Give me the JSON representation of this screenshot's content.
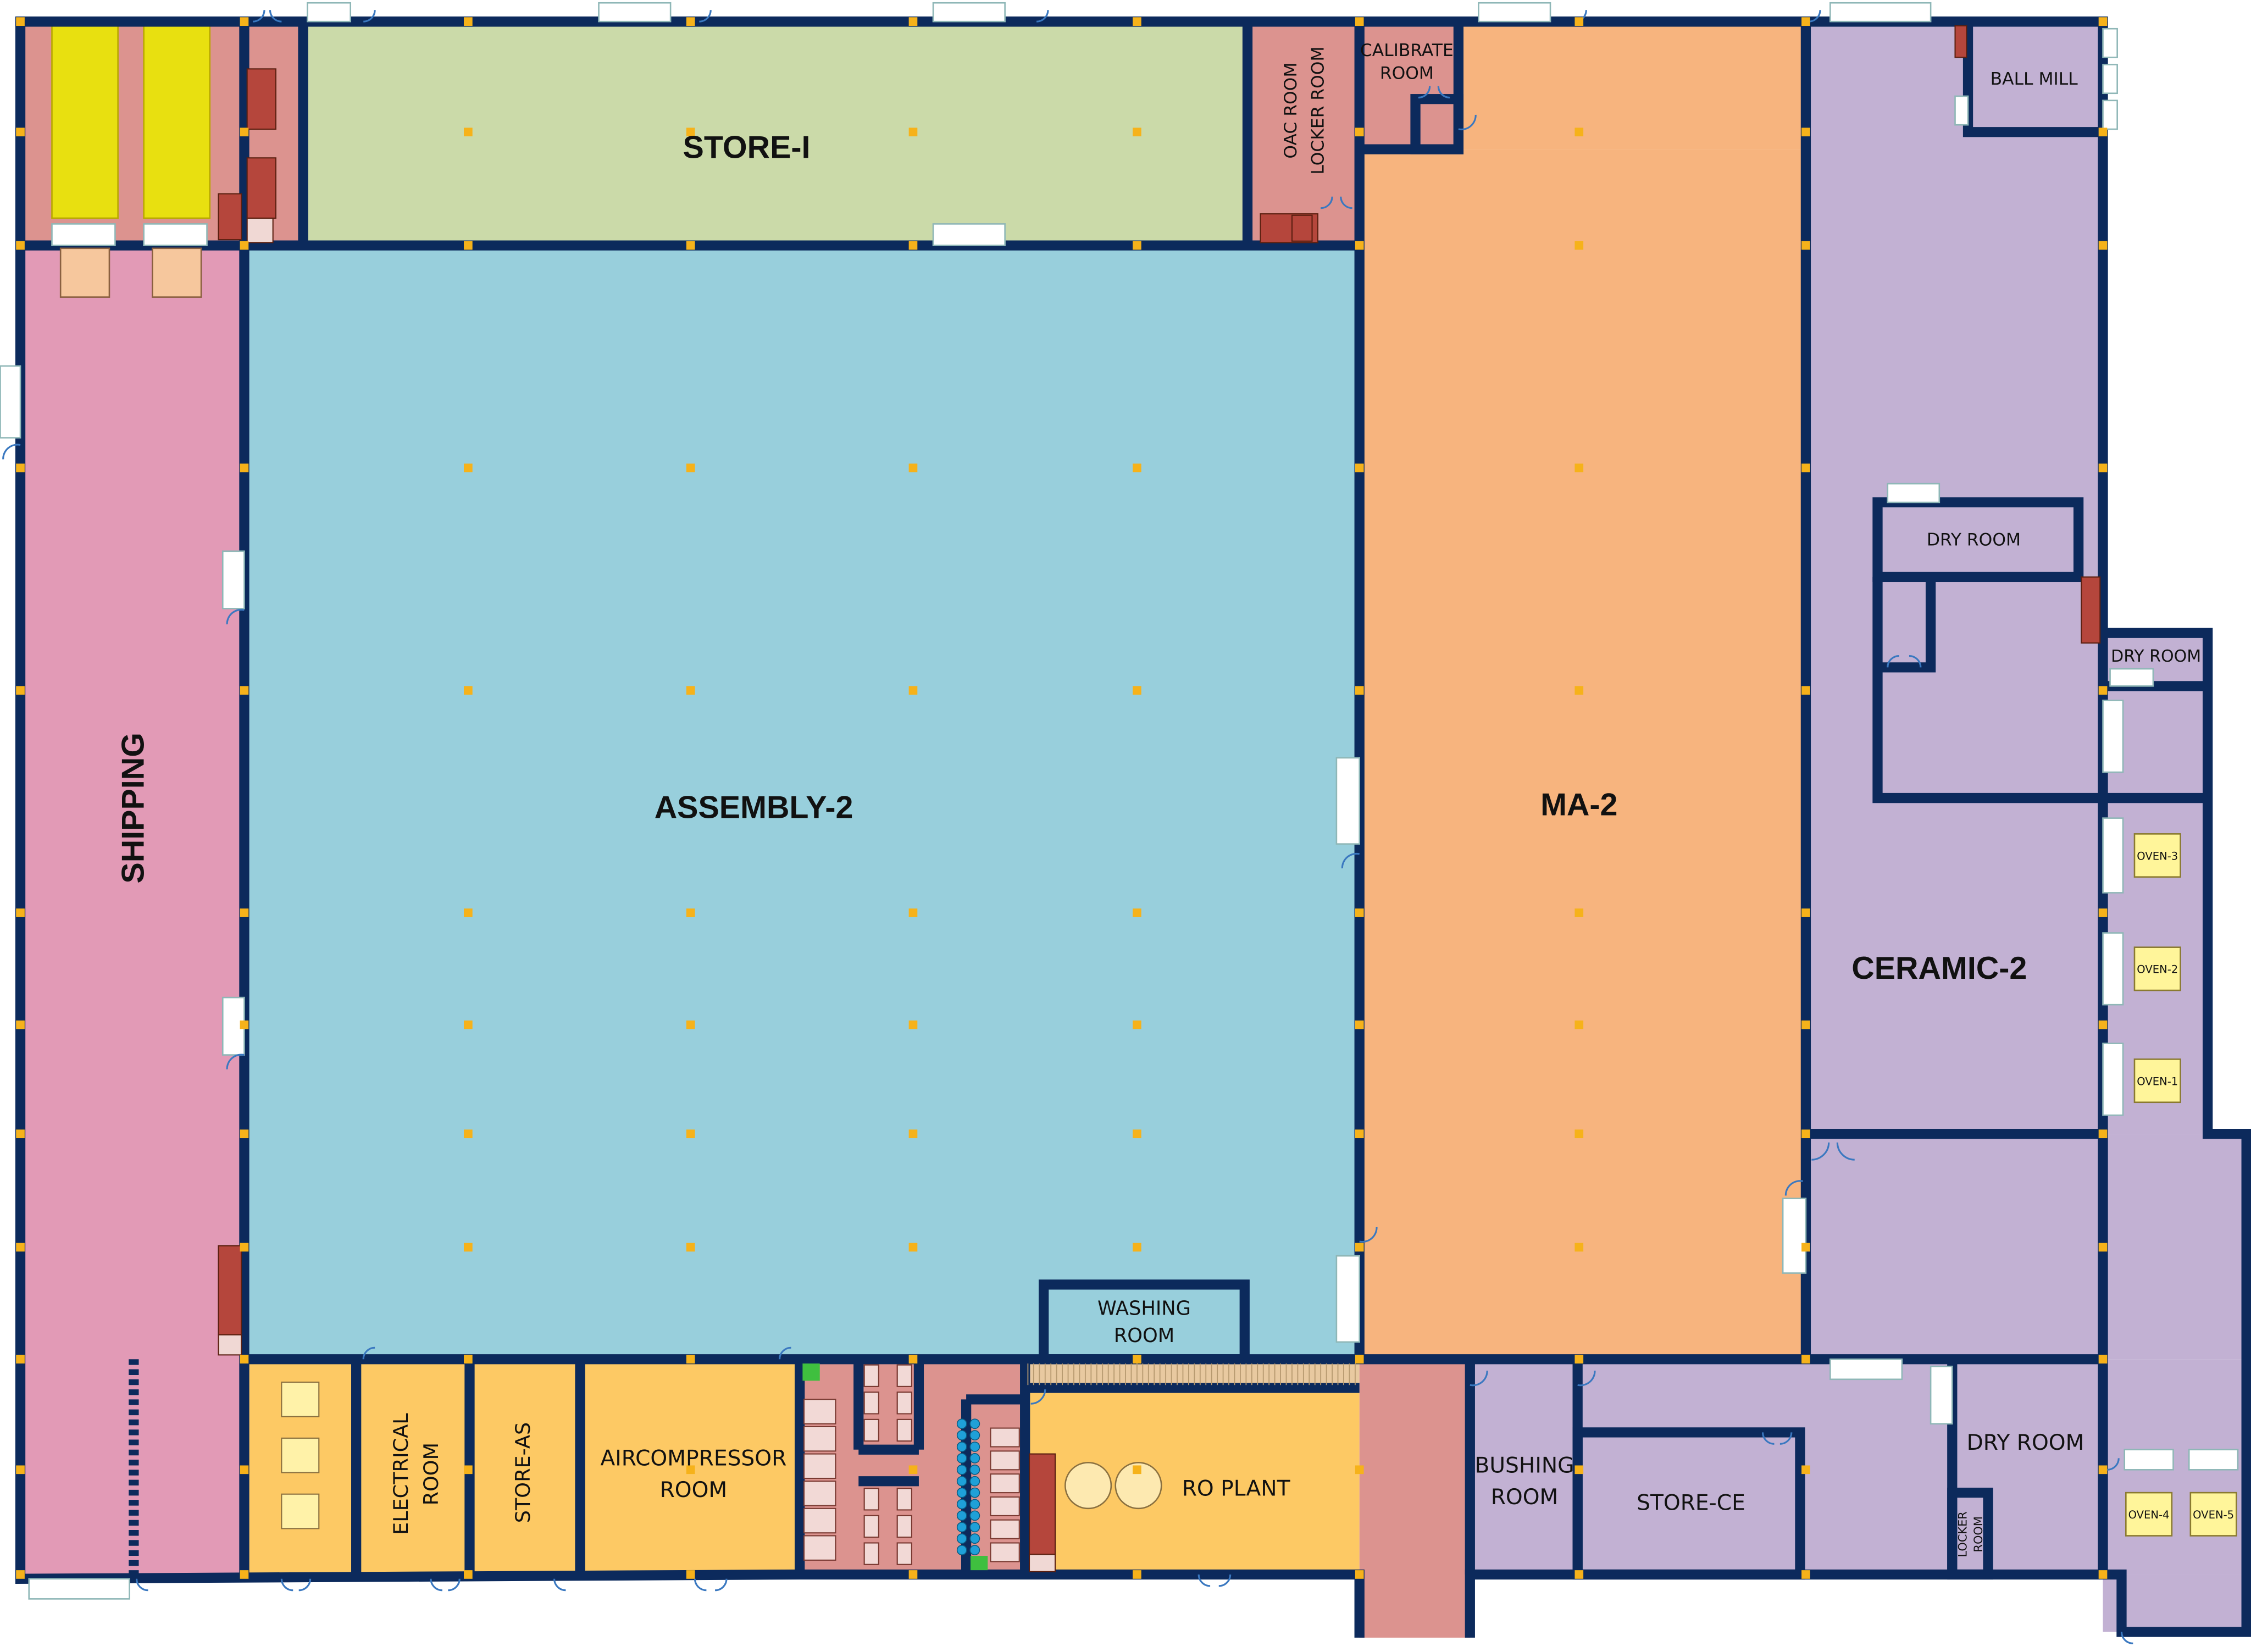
{
  "rooms": {
    "store_i": "STORE-I",
    "oac_room": "OAC ROOM",
    "locker_room_top": "LOCKER ROOM",
    "calibrate_line1": "CALIBRATE",
    "calibrate_line2": "ROOM",
    "ball_mill": "BALL MILL",
    "shipping": "SHIPPING",
    "assembly_2": "ASSEMBLY-2",
    "ma_2": "MA-2",
    "ceramic_2": "CERAMIC-2",
    "dry_room_1": "DRY ROOM",
    "dry_room_2": "DRY ROOM",
    "dry_room_3": "DRY ROOM",
    "oven_3": "OVEN-3",
    "oven_2": "OVEN-2",
    "oven_1": "OVEN-1",
    "oven_4": "OVEN-4",
    "oven_5": "OVEN-5",
    "washing_line1": "WASHING",
    "washing_line2": "ROOM",
    "electrical_line1": "ELECTRICAL",
    "electrical_line2": "ROOM",
    "store_as": "STORE-AS",
    "aircomp_line1": "AIRCOMPRESSOR",
    "aircomp_line2": "ROOM",
    "ro_plant": "RO PLANT",
    "bushing_line1": "BUSHING",
    "bushing_line2": "ROOM",
    "store_ce": "STORE-CE",
    "locker_line1": "LOCKER",
    "locker_line2": "ROOM"
  },
  "colors": {
    "assembly": "#98cfdc",
    "ma": "#f7b47e",
    "ceramic": "#c2b1d3",
    "shipping": "#e29ab6",
    "store": "#cbdaa9",
    "utility": "#dc938f",
    "service": "#fdc964",
    "wall": "#0c2a5c",
    "column": "#f6b21a",
    "oven": "#fff59a"
  }
}
